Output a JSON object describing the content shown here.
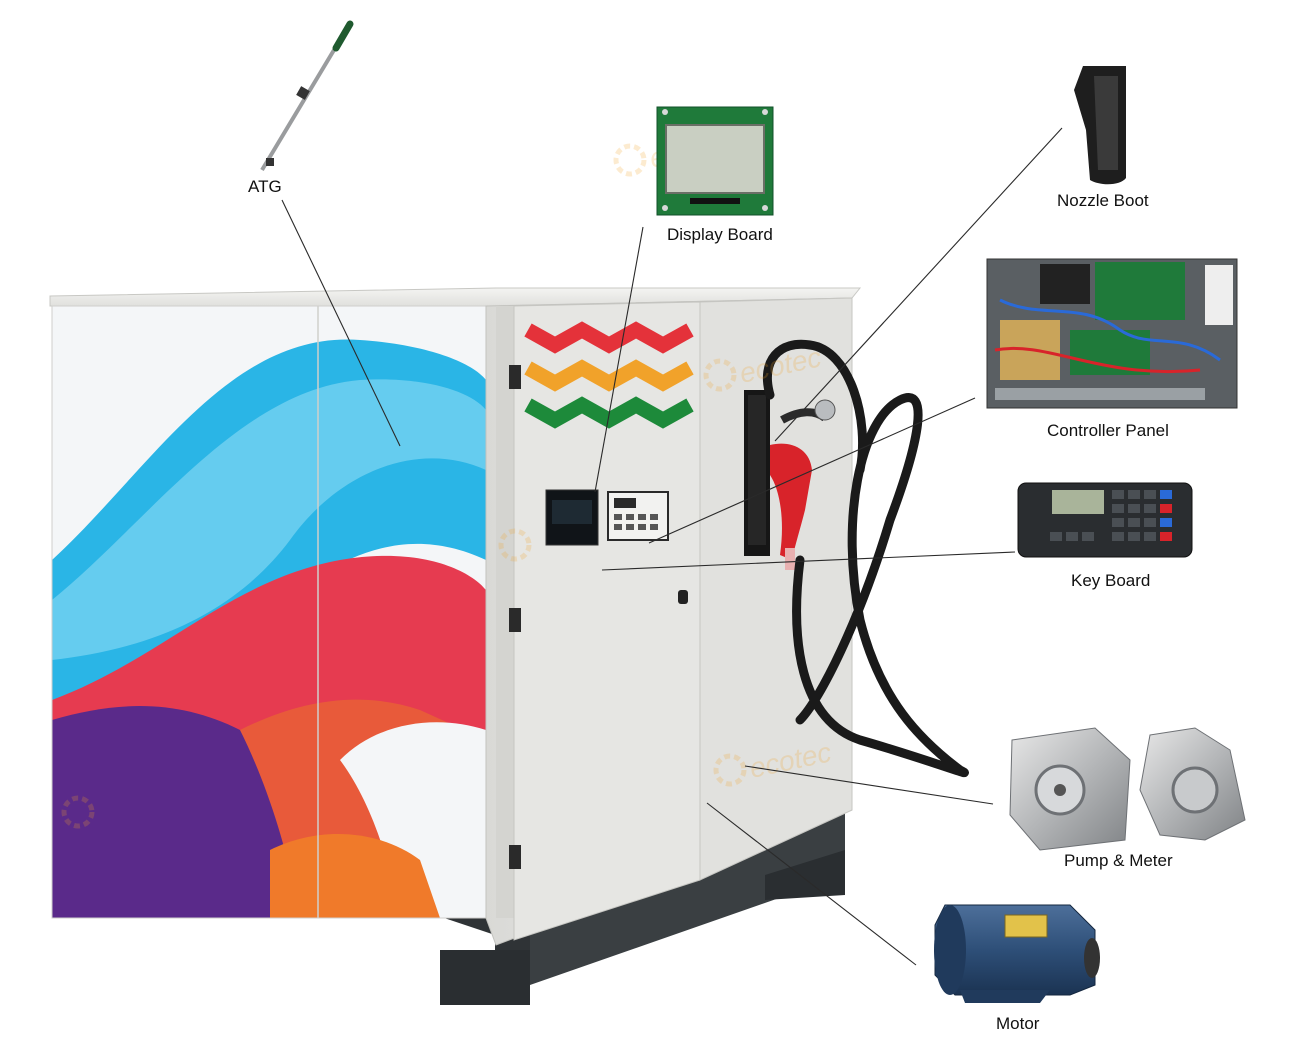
{
  "labels": {
    "atg": "ATG",
    "display_board": "Display Board",
    "nozzle_boot": "Nozzle Boot",
    "controller_panel": "Controller Panel",
    "key_board": "Key Board",
    "pump_meter": "Pump & Meter",
    "motor": "Motor"
  },
  "watermark": "ecotec",
  "colors": {
    "cabinet": "#e4e4e2",
    "frame": "#2f3336",
    "wave_blue": "#2ab5e6",
    "wave_red": "#e63b50",
    "wave_purple": "#5a2a8a",
    "wave_orange": "#f07a2a",
    "stripe_red": "#e4323a",
    "stripe_orange": "#f1a22a",
    "stripe_green": "#1d8a3a",
    "pcb_green": "#1f7a3a",
    "lcd": "#c9cfc2",
    "motor_blue": "#2e4f78",
    "nozzle_red": "#d8232a"
  }
}
